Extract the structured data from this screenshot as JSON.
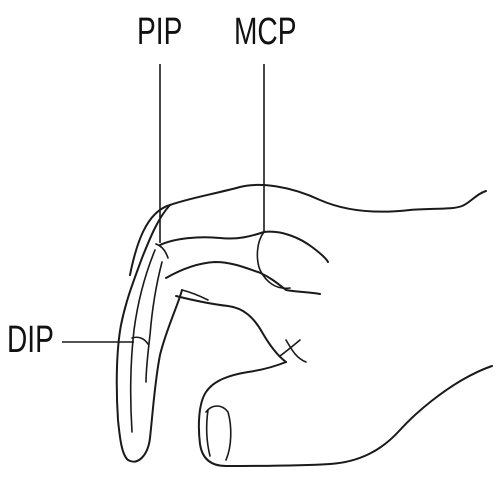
{
  "labels": {
    "pip": "PIP",
    "mcp": "MCP",
    "dip": "DIP"
  },
  "colors": {
    "ink": "#1a1a1a",
    "background": "#ffffff"
  }
}
